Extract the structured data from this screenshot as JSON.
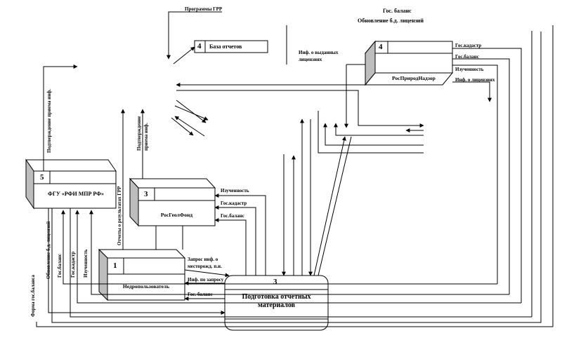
{
  "top_labels": {
    "programs": "Программы ГРР",
    "gos_balance": "Гос. баланс",
    "license_update": "Обновление б.д. лицензий"
  },
  "entities": {
    "rospriroda": {
      "number": "4",
      "name": "РосПриродНадзор"
    },
    "fgu": {
      "number": "5",
      "name": "ФГУ «РФИ МПР РФ»"
    },
    "rosgeolfond": {
      "number": "3",
      "name": "РосГеолФонд"
    },
    "nedro": {
      "number": "1",
      "name": "Недропользователь"
    },
    "reports_db": {
      "number": "4",
      "name": "База отчетов"
    },
    "process": {
      "number": "3",
      "name": "Подготовка отчетных материалов"
    }
  },
  "flow_labels": {
    "inf_licenses_line1": "Инф. о выданных",
    "inf_licenses_line2": "лицензиях",
    "rp_kadastr": "Гос.кадастр",
    "rp_balance": "Гос.баланс",
    "rp_izuch": "Изученность",
    "rp_inf_lic": "Инф. о лицензиях",
    "rg_izuch": "Изученность",
    "rg_kadastr": "Гос.кадастр",
    "rg_balance": "Гос.баланс",
    "nd_request_line1": "Запрос инф. о",
    "nd_request_line2": "месторожд. п.и.",
    "nd_inf_request": "Инф. по запросу",
    "nd_gos_balance": "Гос. баланс",
    "v_confirm_inf": "Подтверждение приема инф.",
    "v_confirm_inf2_line1": "Подтверждение",
    "v_confirm_inf2_line2": "приема инф.",
    "v_reports_results": "Отчеты о результатах ГРР",
    "v_form_balance": "Форма гос.баланса",
    "v_update_license": "Обновление б.д. лицензий",
    "v_gos_balance": "Гос.баланс",
    "v_gos_kadastr": "Гос.кадастр",
    "v_izuch": "Изученность"
  }
}
